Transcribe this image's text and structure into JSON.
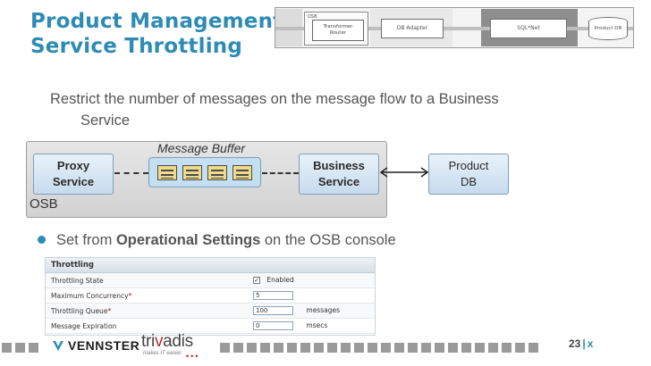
{
  "slide": {
    "title_line1": "Product Management",
    "title_line2": "Service Throttling",
    "bullet1_line1": "Restrict the number of messages on the message flow to a Business",
    "bullet1_line2": "Service",
    "bullet2_prefix": "Set from ",
    "bullet2_bold": "Operational Settings",
    "bullet2_suffix": " on the OSB console"
  },
  "pipeline_thumbnail": {
    "osb_label": "OSB",
    "transformer_line1": "Transformer",
    "transformer_line2": "Router",
    "db_adapter": "DB Adapter",
    "sqlnet": "SQL*Net",
    "product_db": "Product DB"
  },
  "diagram": {
    "proxy_line1": "Proxy",
    "proxy_line2": "Service",
    "buffer_label": "Message Buffer",
    "buffer_message_count": 4,
    "business_line1": "Business",
    "business_line2": "Service",
    "db_line1": "Product",
    "db_line2": "DB",
    "container_label": "OSB"
  },
  "throttling": {
    "header": "Throttling",
    "rows": [
      {
        "label": "Throttling State",
        "required": "",
        "control": "checkbox",
        "checked": true,
        "value": "Enabled",
        "unit": ""
      },
      {
        "label": "Maximum Concurrency",
        "required": "*",
        "control": "field",
        "value": "5",
        "unit": ""
      },
      {
        "label": "Throttling Queue",
        "required": "*",
        "control": "field",
        "value": "100",
        "unit": "messages"
      },
      {
        "label": "Message Expiration",
        "required": "",
        "control": "field",
        "value": "0",
        "unit": "msecs"
      }
    ]
  },
  "footer": {
    "vennster": "VENNSTER",
    "trivadis_pre": "tri",
    "trivadis_accent": "v",
    "trivadis_post": "adis",
    "trivadis_tagline": "makes IT easier.",
    "page_number": "23",
    "page_sep": "|",
    "page_suffix": "x"
  },
  "colors": {
    "title": "#2e8bb4",
    "accent": "#c0272d"
  }
}
